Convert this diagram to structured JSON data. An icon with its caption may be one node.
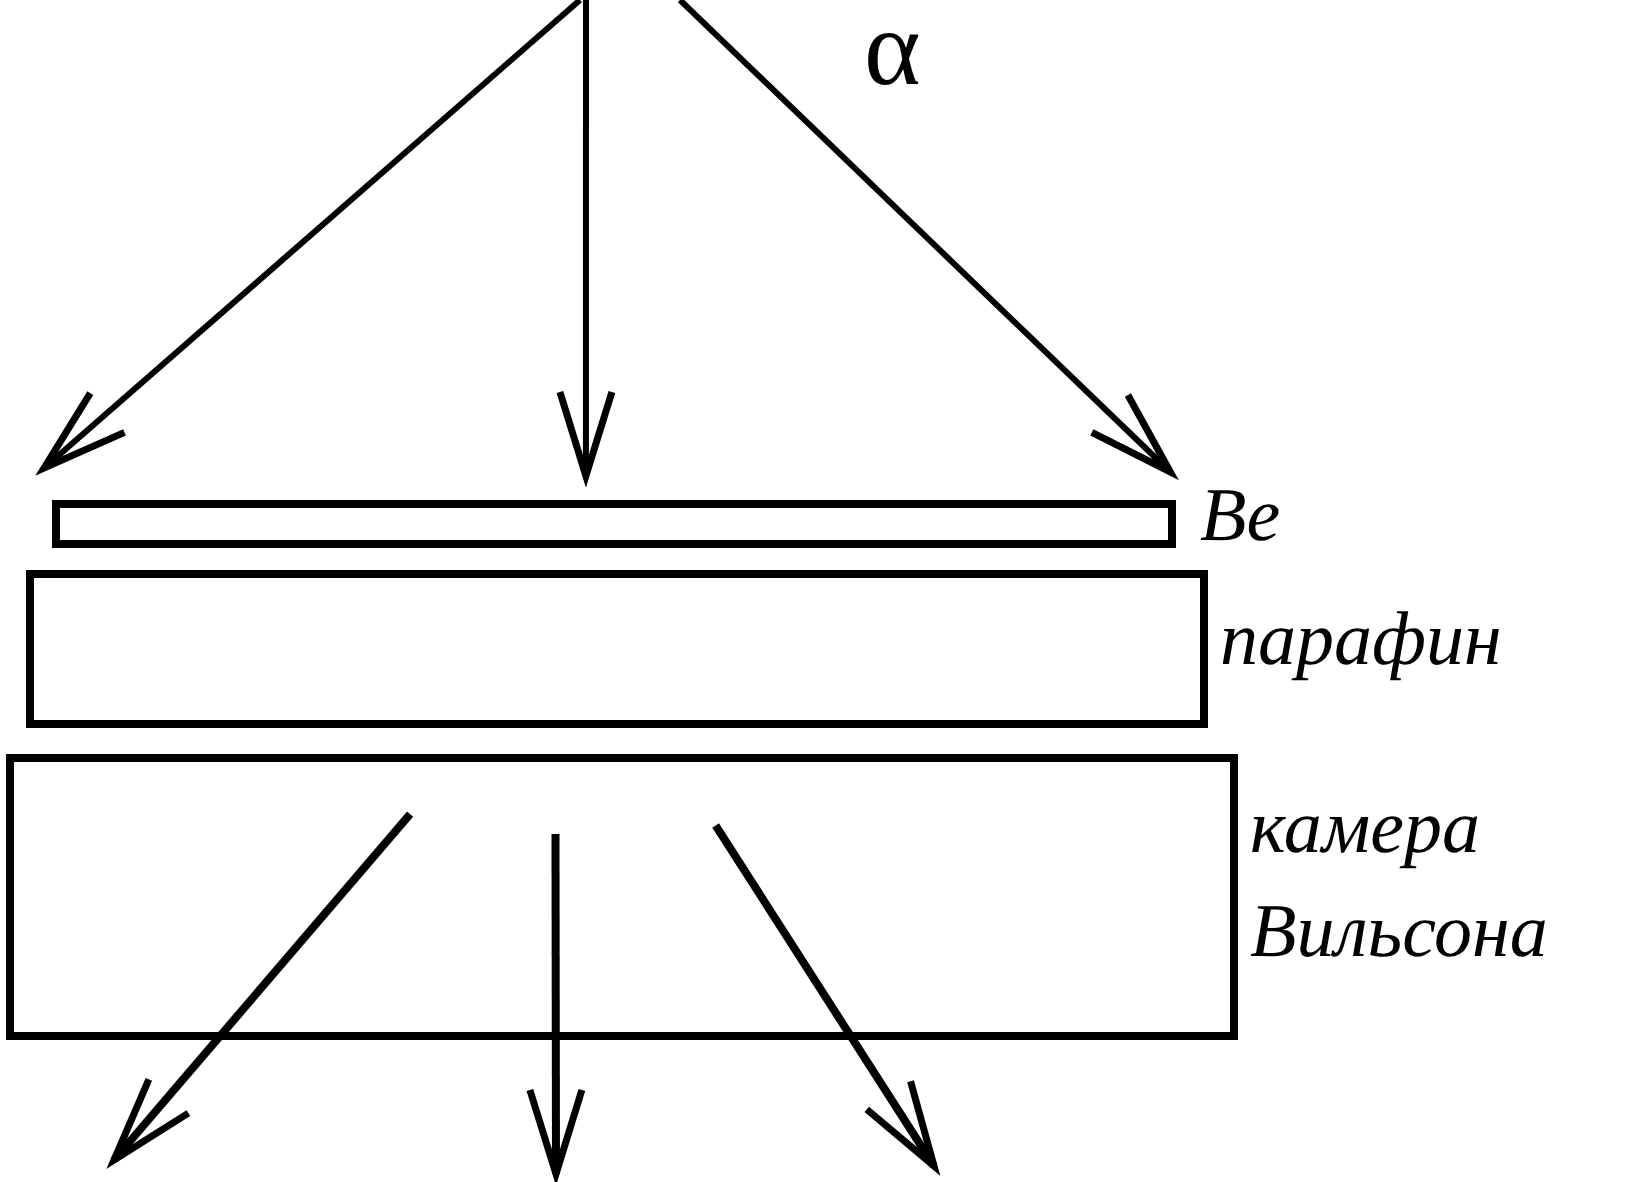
{
  "diagram": {
    "nodes": [
      {
        "text": [
          "Be"
        ]
      },
      {
        "text": [
          "парафин"
        ]
      },
      {
        "text": [
          "камера Вильсона"
        ]
      }
    ],
    "edges": [
      {
        "from": null,
        "to": 0,
        "arrow": "to"
      },
      {
        "from": null,
        "to": 0,
        "arrow": "to"
      },
      {
        "from": null,
        "to": 0,
        "arrow": "to"
      },
      {
        "from": 2,
        "to": null,
        "arrow": "to"
      },
      {
        "from": 2,
        "to": null,
        "arrow": "to"
      },
      {
        "from": 2,
        "to": null,
        "arrow": "to"
      }
    ],
    "labels": [
      "α"
    ]
  }
}
